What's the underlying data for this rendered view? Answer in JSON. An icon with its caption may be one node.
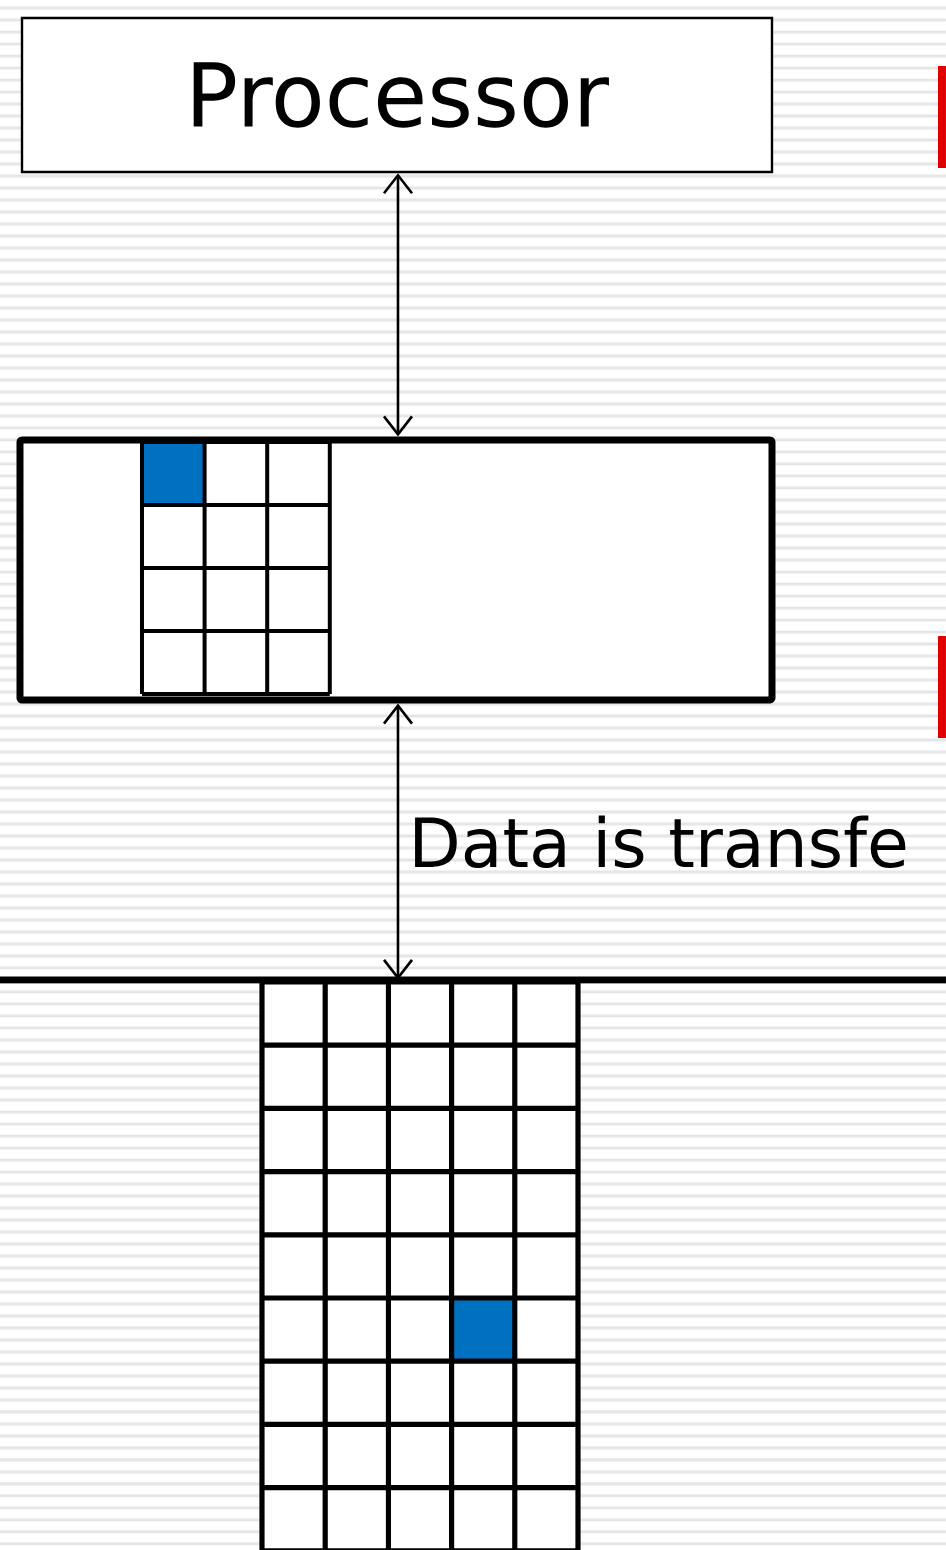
{
  "diagram": {
    "nodes": [
      {
        "text": [
          "Processor"
        ]
      },
      {
        "text": [],
        "shape": "box"
      },
      {
        "text": [],
        "shape": "box"
      }
    ],
    "edges": [
      {
        "from": 0,
        "to": 1,
        "arrow": "both"
      },
      {
        "from": 1,
        "to": 2,
        "arrow": "both",
        "label": "Data is transfe"
      }
    ]
  }
}
